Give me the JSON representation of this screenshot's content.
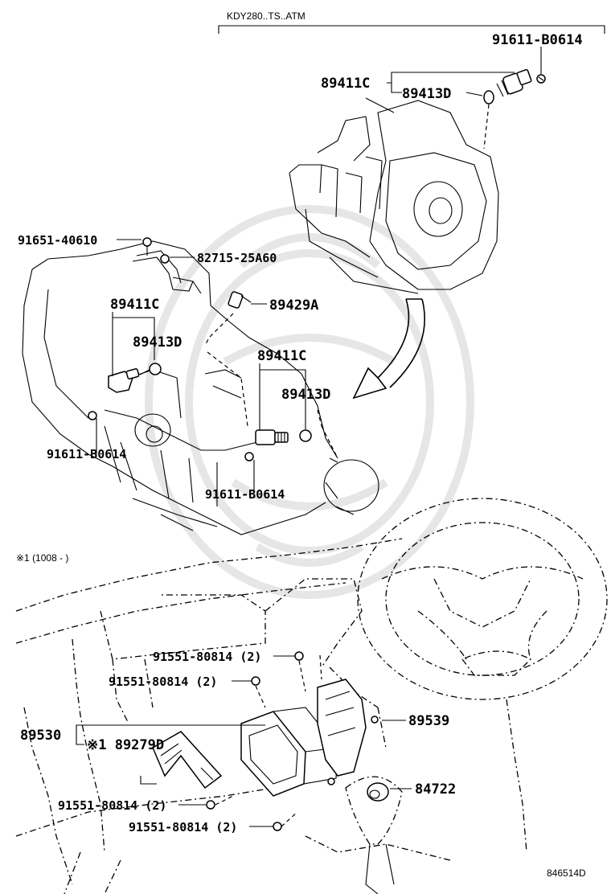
{
  "header": {
    "model_code": "KDY280..TS..ATM"
  },
  "callouts": [
    {
      "id": "c1",
      "text": "91611-B0614"
    },
    {
      "id": "c2",
      "text": "89411C"
    },
    {
      "id": "c3",
      "text": "89413D"
    },
    {
      "id": "c4",
      "text": "91651-40610"
    },
    {
      "id": "c5",
      "text": "82715-25A60"
    },
    {
      "id": "c6",
      "text": "89429A"
    },
    {
      "id": "c7",
      "text": "89411C"
    },
    {
      "id": "c8",
      "text": "89413D"
    },
    {
      "id": "c9",
      "text": "89411C"
    },
    {
      "id": "c10",
      "text": "89413D"
    },
    {
      "id": "c11",
      "text": "91611-B0614"
    },
    {
      "id": "c12",
      "text": "91611-B0614"
    },
    {
      "id": "c13",
      "text": "91551-80814 (2)"
    },
    {
      "id": "c14",
      "text": "91551-80814 (2)"
    },
    {
      "id": "c15",
      "text": "89530"
    },
    {
      "id": "c16",
      "text": "※1 89279D"
    },
    {
      "id": "c17",
      "text": "89539"
    },
    {
      "id": "c18",
      "text": "84722"
    },
    {
      "id": "c19",
      "text": "91551-80814 (2)"
    },
    {
      "id": "c20",
      "text": "91551-80814 (2)"
    }
  ],
  "note": {
    "text": "※1 (1008 - )"
  },
  "footer": {
    "illustration_id": "846514D"
  }
}
